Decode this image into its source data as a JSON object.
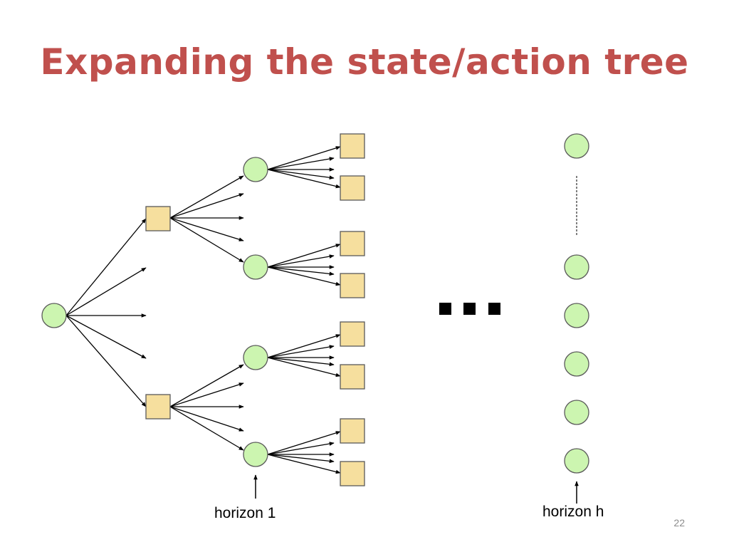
{
  "slide": {
    "title": "Expanding the state/action tree",
    "page_number": "22"
  },
  "diagram": {
    "labels": {
      "horizon_1": "horizon 1",
      "horizon_h": "horizon h"
    },
    "colors": {
      "state_fill": "#ccf5b0",
      "state_stroke": "#5a5a5a",
      "action_fill": "#f6df9e",
      "action_stroke": "#5a5a5a",
      "arrow": "#000000",
      "title": "#c0504d"
    }
  }
}
